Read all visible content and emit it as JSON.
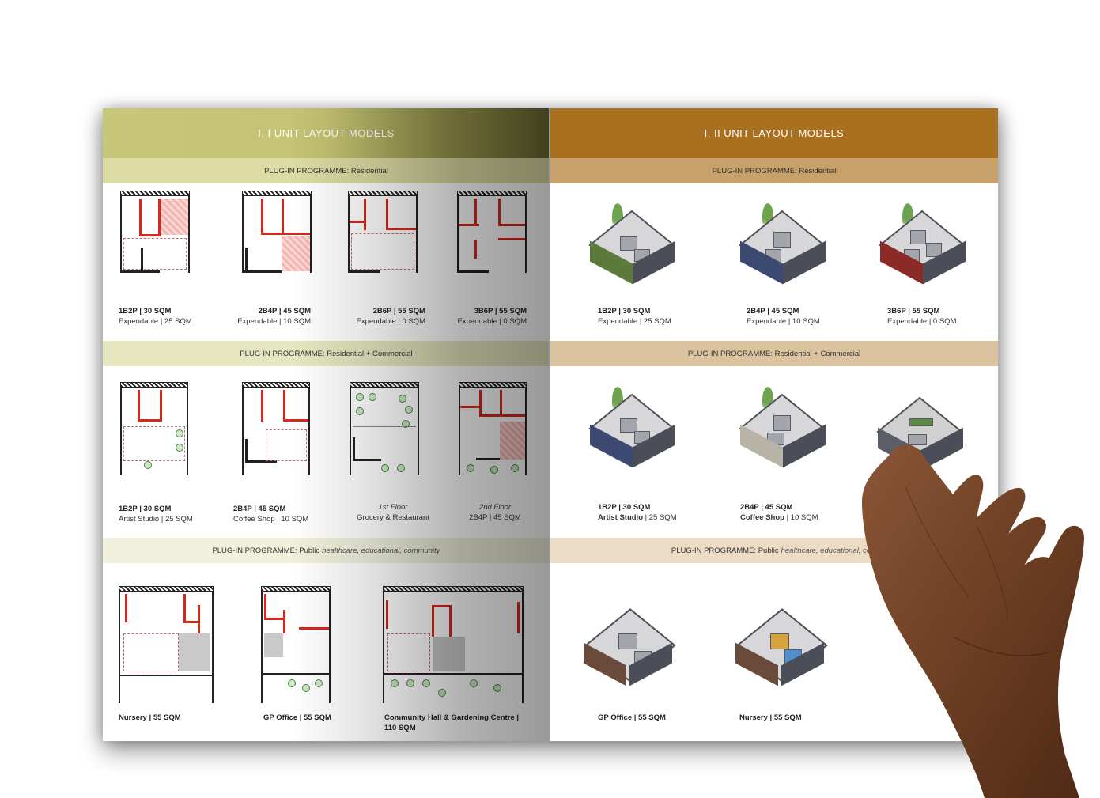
{
  "left_page": {
    "title": "I. I  UNIT LAYOUT MODELS",
    "prog1": {
      "label": "PLUG-IN PROGRAMME:",
      "value": "Residential"
    },
    "row1": [
      {
        "bold": "1B2P | 30 SQM",
        "sub": "Expendable | 25 SQM"
      },
      {
        "bold": "2B4P | 45 SQM",
        "sub": "Expendable | 10 SQM"
      },
      {
        "bold": "2B6P | 55 SQM",
        "sub": "Expendable | 0   SQM"
      },
      {
        "bold": "3B6P | 55 SQM",
        "sub": "Expendable | 0   SQM"
      }
    ],
    "prog2": {
      "label": "PLUG-IN PROGRAMME:",
      "value": "Residential + Commercial"
    },
    "row2": [
      {
        "bold": "1B2P | 30 SQM",
        "sub": "Artist Studio | 25 SQM"
      },
      {
        "bold": "2B4P | 45 SQM",
        "sub": "Coffee Shop | 10 SQM"
      },
      {
        "italic": "1st Floor",
        "sub": "Grocery & Restaurant"
      },
      {
        "italic": "2nd Floor",
        "sub": "2B4P | 45 SQM"
      }
    ],
    "prog3": {
      "label": "PLUG-IN PROGRAMME:",
      "value": "Public",
      "italic": "healthcare, educational, community"
    },
    "row3": [
      {
        "bold": "Nursery | 55 SQM"
      },
      {
        "bold": "GP Office | 55 SQM"
      },
      {
        "bold": "Community Hall & Gardening Centre | 110 SQM"
      }
    ]
  },
  "right_page": {
    "title": "I. II  UNIT LAYOUT MODELS",
    "prog1": {
      "label": "PLUG-IN PROGRAMME:",
      "value": "Residential"
    },
    "row1": [
      {
        "bold": "1B2P | 30 SQM",
        "sub": "Expendable | 25 SQM"
      },
      {
        "bold": "2B4P | 45 SQM",
        "sub": "Expendable | 10 SQM"
      },
      {
        "bold": "3B6P | 55 SQM",
        "sub": "Expendable | 0   SQM"
      }
    ],
    "prog2": {
      "label": "PLUG-IN PROGRAMME:",
      "value": "Residential + Commercial"
    },
    "row2": [
      {
        "bold": "1B2P | 30 SQM",
        "sub_bold": "Artist Studio",
        "sub": " | 25 SQM"
      },
      {
        "bold": "2B4P | 45 SQM",
        "sub_bold": "Coffee Shop",
        "sub": " | 10 SQM"
      }
    ],
    "prog3": {
      "label": "PLUG-IN PROGRAMME:",
      "value": "Public",
      "italic": "healthcare, educational, com"
    },
    "row3": [
      {
        "bold": "GP Office | 55 SQM"
      },
      {
        "bold": "Nursery | 55 SQM"
      }
    ]
  },
  "colors": {
    "left_accent": "#c4c372",
    "right_accent": "#a8701f",
    "plan_red": "#d8271d"
  }
}
